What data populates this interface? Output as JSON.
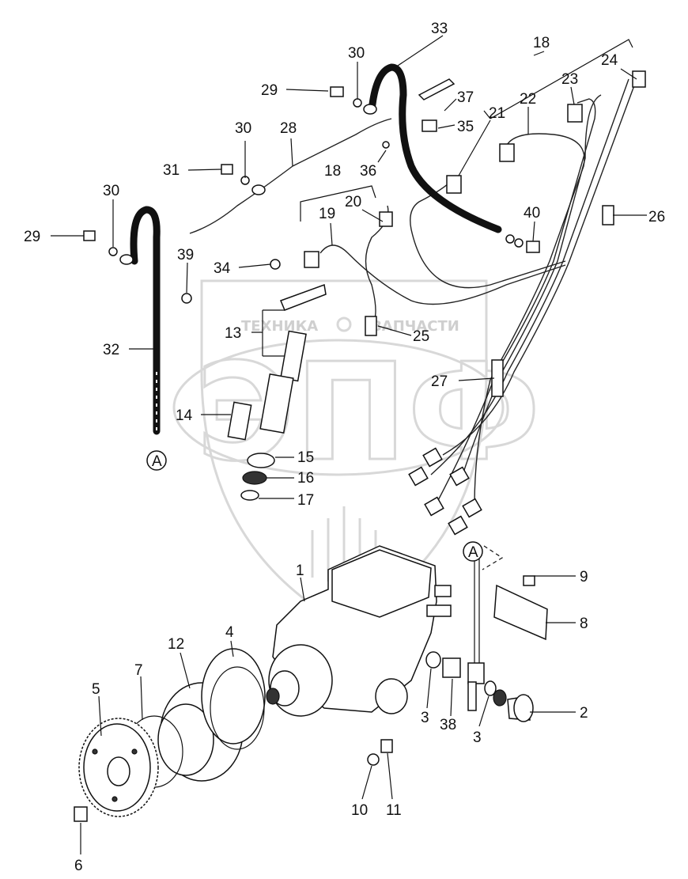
{
  "watermark": {
    "left_text": "ТЕХНИКА",
    "right_text": "ЗАПЧАСТИ",
    "big_text": "ЭПФ"
  },
  "labels": [
    {
      "id": "33",
      "text": "33"
    },
    {
      "id": "18a",
      "text": "18"
    },
    {
      "id": "24",
      "text": "24"
    },
    {
      "id": "30a",
      "text": "30"
    },
    {
      "id": "29a",
      "text": "29"
    },
    {
      "id": "23",
      "text": "23"
    },
    {
      "id": "37",
      "text": "37"
    },
    {
      "id": "22",
      "text": "22"
    },
    {
      "id": "21",
      "text": "21"
    },
    {
      "id": "35",
      "text": "35"
    },
    {
      "id": "30b",
      "text": "30"
    },
    {
      "id": "28",
      "text": "28"
    },
    {
      "id": "31",
      "text": "31"
    },
    {
      "id": "36",
      "text": "36"
    },
    {
      "id": "18b",
      "text": "18"
    },
    {
      "id": "30c",
      "text": "30"
    },
    {
      "id": "20",
      "text": "20"
    },
    {
      "id": "19",
      "text": "19"
    },
    {
      "id": "40",
      "text": "40"
    },
    {
      "id": "26",
      "text": "26"
    },
    {
      "id": "29b",
      "text": "29"
    },
    {
      "id": "39",
      "text": "39"
    },
    {
      "id": "34",
      "text": "34"
    },
    {
      "id": "13",
      "text": "13"
    },
    {
      "id": "25",
      "text": "25"
    },
    {
      "id": "32",
      "text": "32"
    },
    {
      "id": "27",
      "text": "27"
    },
    {
      "id": "14",
      "text": "14"
    },
    {
      "id": "15",
      "text": "15"
    },
    {
      "id": "16",
      "text": "16"
    },
    {
      "id": "17",
      "text": "17"
    },
    {
      "id": "A1",
      "text": "A"
    },
    {
      "id": "A2",
      "text": "A"
    },
    {
      "id": "1",
      "text": "1"
    },
    {
      "id": "9",
      "text": "9"
    },
    {
      "id": "8",
      "text": "8"
    },
    {
      "id": "4",
      "text": "4"
    },
    {
      "id": "12",
      "text": "12"
    },
    {
      "id": "7",
      "text": "7"
    },
    {
      "id": "5",
      "text": "5"
    },
    {
      "id": "2",
      "text": "2"
    },
    {
      "id": "3a",
      "text": "3"
    },
    {
      "id": "38",
      "text": "38"
    },
    {
      "id": "3b",
      "text": "3"
    },
    {
      "id": "10",
      "text": "10"
    },
    {
      "id": "11",
      "text": "11"
    },
    {
      "id": "6",
      "text": "6"
    }
  ]
}
